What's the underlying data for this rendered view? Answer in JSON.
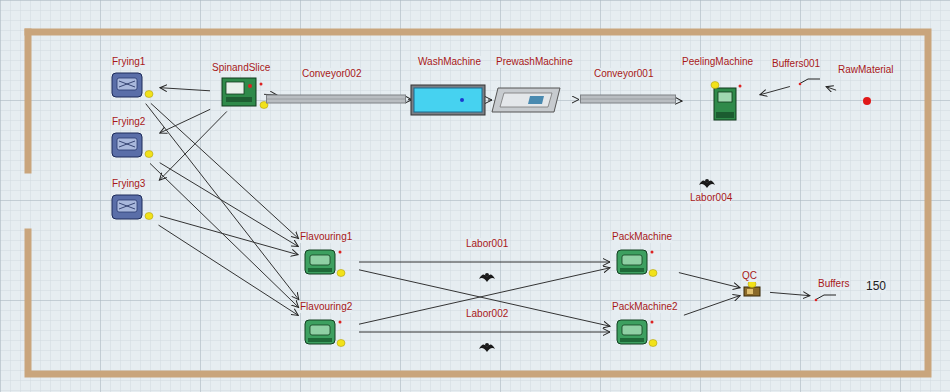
{
  "diagram": {
    "nodes": [
      {
        "text": [
          "Frying1"
        ]
      },
      {
        "text": [
          "SpinandSlice"
        ]
      },
      {
        "text": [
          "Conveyor002"
        ]
      },
      {
        "text": [
          "WashMachine"
        ]
      },
      {
        "text": [
          "PrewashMachine"
        ]
      },
      {
        "text": [
          "Conveyor001"
        ]
      },
      {
        "text": [
          "PeelingMachine"
        ]
      },
      {
        "text": [
          "Buffers001"
        ]
      },
      {
        "text": [
          "RawMaterial"
        ]
      },
      {
        "text": [
          "Frying2"
        ]
      },
      {
        "text": [
          "Frying3"
        ]
      },
      {
        "text": [
          "Labor004"
        ]
      },
      {
        "text": [
          "Flavouring1"
        ]
      },
      {
        "text": [
          "Labor001"
        ]
      },
      {
        "text": [
          "PackMachine"
        ]
      },
      {
        "text": [
          "QC"
        ]
      },
      {
        "text": [
          "Buffers"
        ]
      },
      {
        "text": [
          "Flavouring2"
        ]
      },
      {
        "text": [
          "Labor002"
        ]
      },
      {
        "text": [
          "PackMachine2"
        ]
      }
    ],
    "edges": [
      {
        "from": 8,
        "to": 7,
        "arrow": "to"
      },
      {
        "from": 7,
        "to": 6,
        "arrow": "to"
      },
      {
        "from": 6,
        "to": 5,
        "arrow": "to"
      },
      {
        "from": 5,
        "to": 4,
        "arrow": "to"
      },
      {
        "from": 4,
        "to": 3,
        "arrow": "to"
      },
      {
        "from": 3,
        "to": 2,
        "arrow": "to"
      },
      {
        "from": 2,
        "to": 1,
        "arrow": "to"
      },
      {
        "from": 1,
        "to": 0,
        "arrow": "to"
      },
      {
        "from": 1,
        "to": 9,
        "arrow": "to"
      },
      {
        "from": 1,
        "to": 10,
        "arrow": "to"
      },
      {
        "from": 0,
        "to": 12,
        "arrow": "to"
      },
      {
        "from": 0,
        "to": 17,
        "arrow": "to"
      },
      {
        "from": 9,
        "to": 12,
        "arrow": "to"
      },
      {
        "from": 9,
        "to": 17,
        "arrow": "to"
      },
      {
        "from": 10,
        "to": 12,
        "arrow": "to"
      },
      {
        "from": 10,
        "to": 17,
        "arrow": "to"
      },
      {
        "from": 12,
        "to": 14,
        "arrow": "to"
      },
      {
        "from": 12,
        "to": 19,
        "arrow": "to"
      },
      {
        "from": 17,
        "to": 14,
        "arrow": "to"
      },
      {
        "from": 17,
        "to": 19,
        "arrow": "to"
      },
      {
        "from": 14,
        "to": 15,
        "arrow": "to"
      },
      {
        "from": 19,
        "to": 15,
        "arrow": "to"
      },
      {
        "from": 15,
        "to": 16,
        "arrow": "to"
      }
    ],
    "labels": [
      "150"
    ]
  }
}
